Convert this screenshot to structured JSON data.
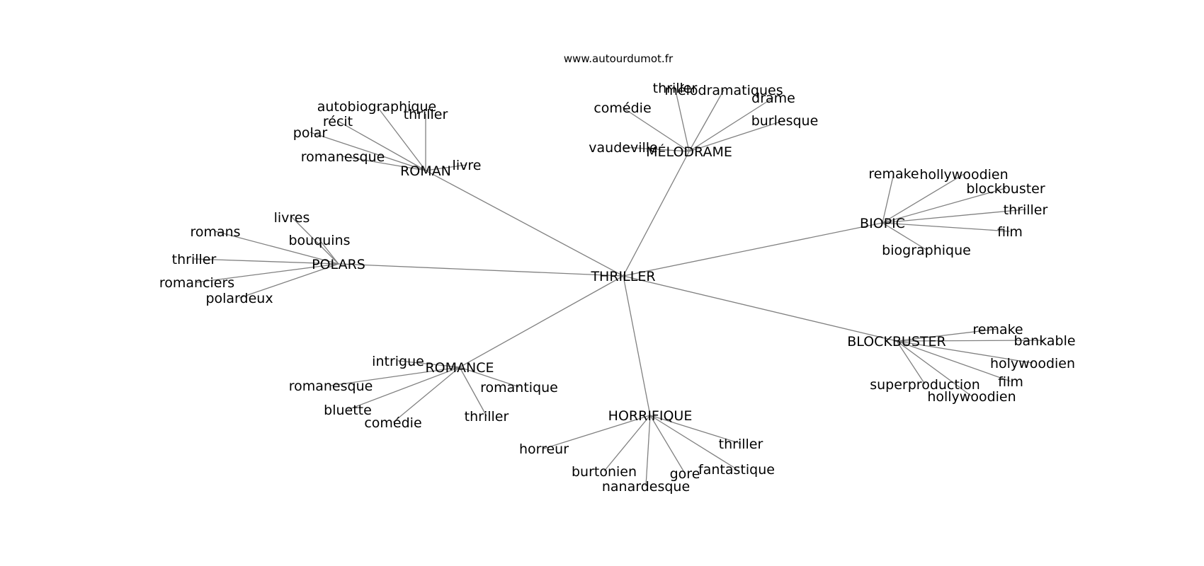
{
  "source": "www.autourdumot.fr",
  "colors": {
    "edge": "#808080",
    "text": "#000000",
    "background": "#ffffff"
  },
  "root": "THRILLER",
  "clusters": [
    {
      "label": "ROMAN",
      "terms": [
        "autobiographique",
        "thriller",
        "récit",
        "polar",
        "romanesque",
        "livre"
      ]
    },
    {
      "label": "MÉLODRAME",
      "terms": [
        "thriller",
        "mélodramatiques",
        "drame",
        "comédie",
        "burlesque",
        "vaudeville"
      ]
    },
    {
      "label": "BIOPIC",
      "terms": [
        "remake",
        "hollywoodien",
        "blockbuster",
        "thriller",
        "film",
        "biographique"
      ]
    },
    {
      "label": "POLARS",
      "terms": [
        "livres",
        "romans",
        "bouquins",
        "thriller",
        "romanciers",
        "polardeux"
      ]
    },
    {
      "label": "BLOCKBUSTER",
      "terms": [
        "remake",
        "bankable",
        "holywoodien",
        "film",
        "superproduction",
        "hollywoodien"
      ]
    },
    {
      "label": "ROMANCE",
      "terms": [
        "intrigue",
        "romanesque",
        "romantique",
        "bluette",
        "comédie",
        "thriller"
      ]
    },
    {
      "label": "HORRIFIQUE",
      "terms": [
        "horreur",
        "thriller",
        "fantastique",
        "gore",
        "burtonien",
        "nanardesque"
      ]
    }
  ]
}
